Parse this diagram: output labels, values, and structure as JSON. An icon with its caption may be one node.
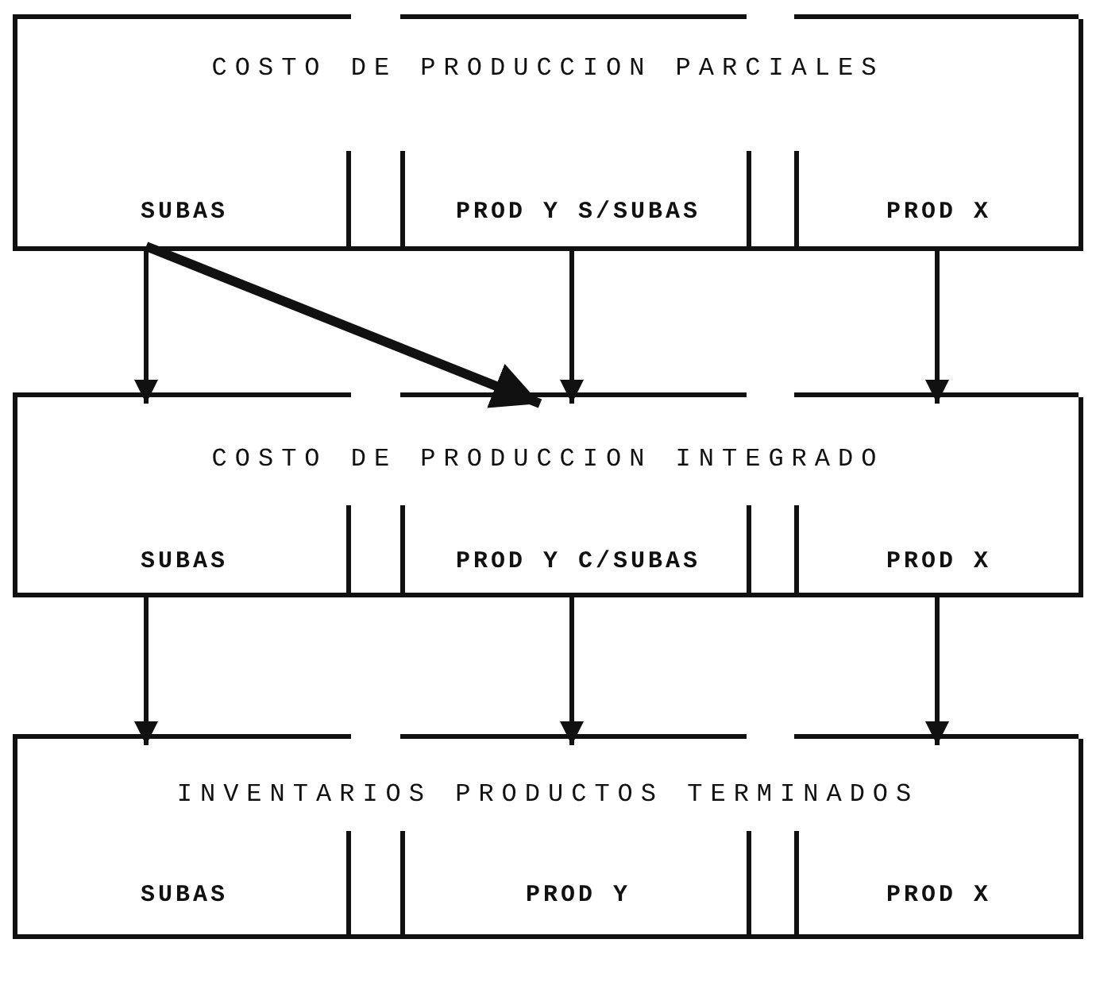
{
  "diagram": {
    "nodes": [
      {
        "text": [
          "COSTO DE PRODUCCION PARCIALES"
        ]
      },
      {
        "text": [
          "SUBAS"
        ],
        "in": 0
      },
      {
        "text": [
          "PROD Y S/SUBAS"
        ],
        "in": 0
      },
      {
        "text": [
          "PROD X"
        ],
        "in": 0
      },
      {
        "text": [
          "COSTO DE PRODUCCION INTEGRADO"
        ]
      },
      {
        "text": [
          "SUBAS"
        ],
        "in": 4
      },
      {
        "text": [
          "PROD Y C/SUBAS"
        ],
        "in": 4
      },
      {
        "text": [
          "PROD X"
        ],
        "in": 4
      },
      {
        "text": [
          "INVENTARIOS PRODUCTOS TERMINADOS"
        ]
      },
      {
        "text": [
          "SUBAS"
        ],
        "in": 8
      },
      {
        "text": [
          "PROD Y"
        ],
        "in": 8
      },
      {
        "text": [
          "PROD X"
        ],
        "in": 8
      }
    ],
    "edges": [
      {
        "from": 1,
        "to": 4,
        "arrow": "to"
      },
      {
        "from": 1,
        "to": 4,
        "arrow": "to",
        "style": "thick"
      },
      {
        "from": 2,
        "to": 4,
        "arrow": "to"
      },
      {
        "from": 3,
        "to": 4,
        "arrow": "to"
      },
      {
        "from": 5,
        "to": 8,
        "arrow": "to"
      },
      {
        "from": 6,
        "to": 8,
        "arrow": "to"
      },
      {
        "from": 7,
        "to": 8,
        "arrow": "to"
      }
    ]
  }
}
